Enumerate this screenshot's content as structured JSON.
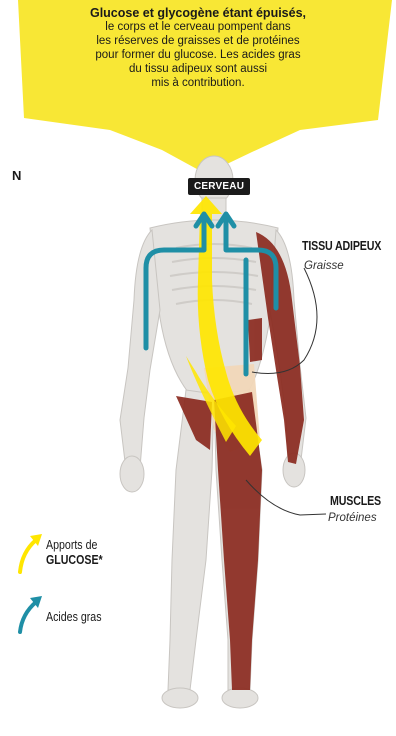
{
  "callout": {
    "title": "Glucose et glycogène étant épuisés,",
    "lines": [
      "le corps et le cerveau pompent dans",
      "les réserves de graisses et de protéines",
      "pour former du glucose. Les acides gras",
      "du tissu adipeux sont aussi",
      "mis à contribution."
    ],
    "bg_color": "#f8e735"
  },
  "edge_letter": "N",
  "brain_tag": "CERVEAU",
  "labels": {
    "adipose_title": "TISSU ADIPEUX",
    "adipose_sub": "Graisse",
    "muscles_title": "MUSCLES",
    "muscles_sub": "Protéines"
  },
  "legend": {
    "glucose_line1": "Apports de",
    "glucose_line2": "GLUCOSE*",
    "fatty_acids": "Acides gras"
  },
  "colors": {
    "glucose_arrow": "#ffe600",
    "fatty_acid_arrow": "#1f8fa6",
    "muscle": "#8b2a1f",
    "adipose_tissue": "#f1d7b8",
    "skin": "#e6e4e1"
  },
  "icons": {
    "glucose": "arrow-up-right-icon",
    "fatty_acids": "arrow-up-right-icon"
  }
}
